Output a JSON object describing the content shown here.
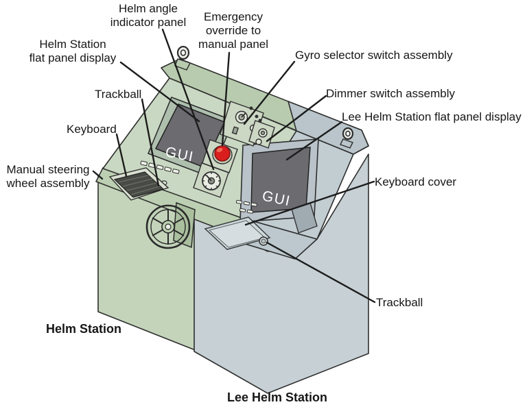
{
  "labels": {
    "helm_angle": "Helm angle\nindicator panel",
    "emergency": "Emergency\noverride to\nmanual panel",
    "gyro": "Gyro selector switch assembly",
    "helm_display": "Helm Station\nflat panel display",
    "dimmer": "Dimmer switch assembly",
    "trackball_left": "Trackball",
    "lee_display": "Lee Helm Station flat panel display",
    "keyboard": "Keyboard",
    "manual_steering": "Manual steering\nwheel assembly",
    "keyboard_cover": "Keyboard cover",
    "trackball_right": "Trackball",
    "helm_station": "Helm Station",
    "lee_helm_station": "Lee Helm Station"
  },
  "screens": {
    "helm_gui": "GUI",
    "lee_gui": "GUI"
  },
  "colors": {
    "background": "#ffffff",
    "helm_side_green": "#c9d8c2",
    "helm_front_green": "#c3d4ba",
    "lee_side_grey": "#c2cdd2",
    "lee_front_grey": "#c6d0d5",
    "display_grey": "#6b6b70",
    "emergency_red": "#da1e1e",
    "leader_line": "#1c1c1c"
  }
}
